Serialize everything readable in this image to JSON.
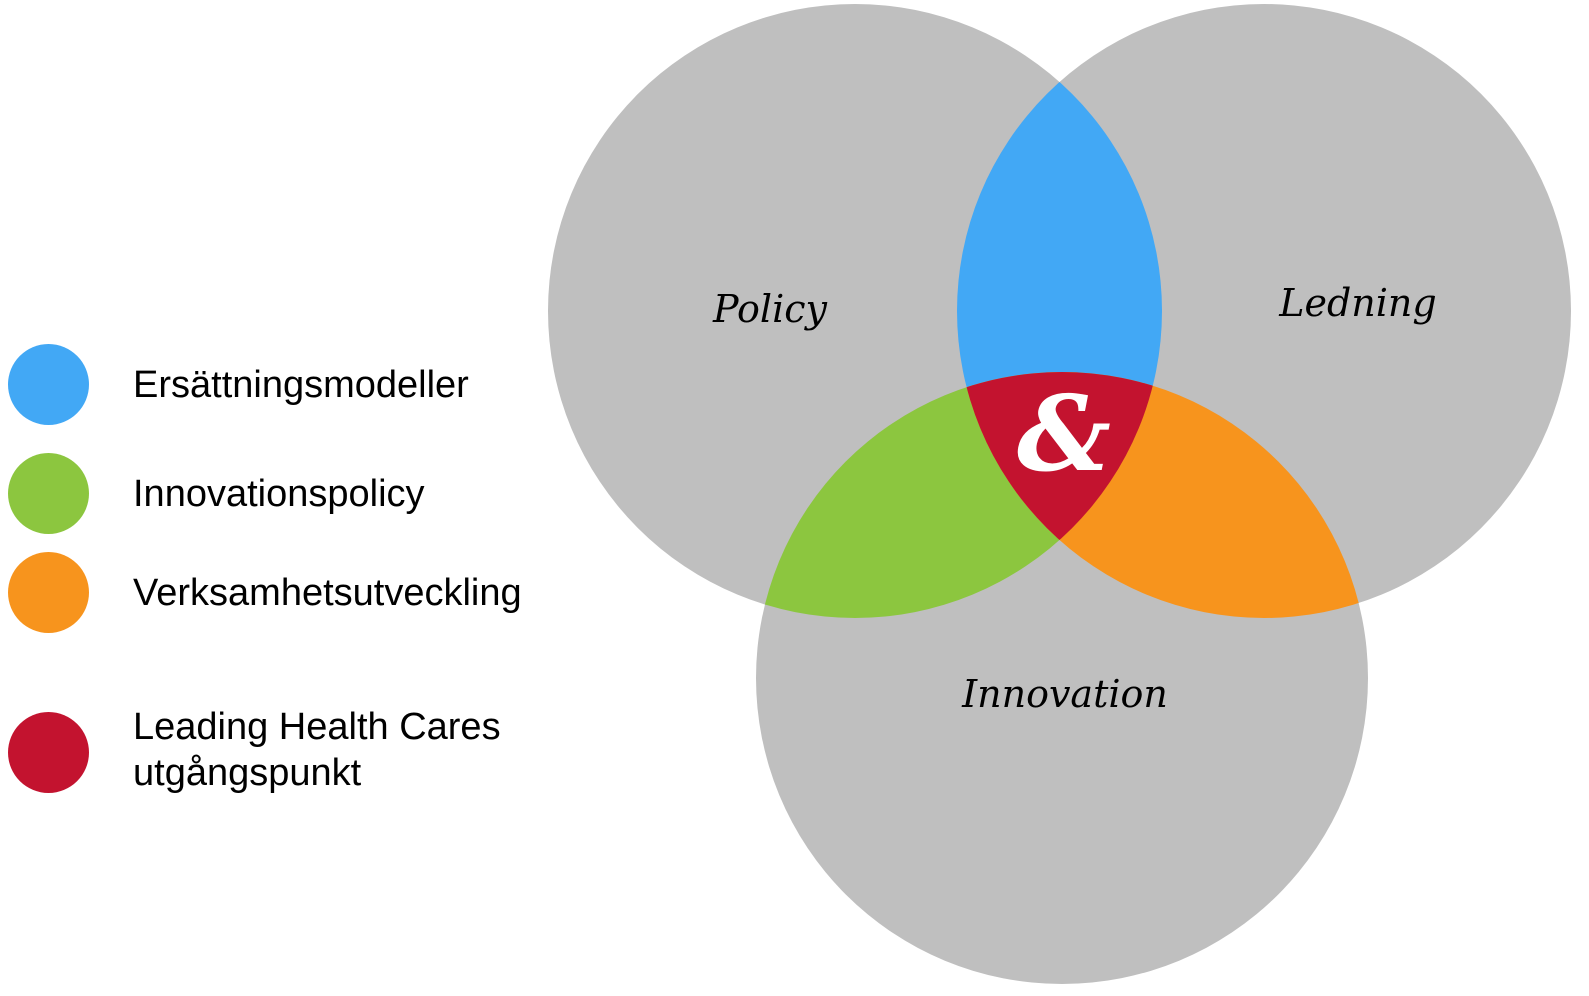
{
  "legend": [
    {
      "label": "Ersättningsmodeller",
      "color": "#42a8f5"
    },
    {
      "label": "Innovationspolicy",
      "color": "#8cc63f"
    },
    {
      "label": "Verksamhetsutveckling",
      "color": "#f7941d"
    },
    {
      "label": "Leading Health Cares\nutgångspunkt",
      "color": "#c3132f"
    }
  ],
  "venn": {
    "circle_color": "#bfbfbf",
    "circles": [
      {
        "label": "Policy"
      },
      {
        "label": "Ledning"
      },
      {
        "label": "Innovation"
      }
    ],
    "center_symbol": "&"
  }
}
